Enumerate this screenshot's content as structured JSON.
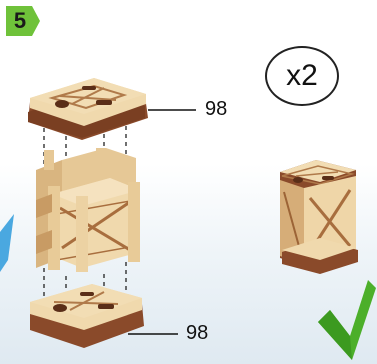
{
  "step": {
    "number": "5"
  },
  "quantity": {
    "text": "x2"
  },
  "parts": {
    "top_label": "98",
    "bottom_label": "98"
  },
  "colors": {
    "step_badge": "#6fc23a",
    "check_mark": "#4caf2a",
    "wood_light": "#f0d9ad",
    "wood_edge": "#8a4a2a",
    "blue_accent": "#4aa8e0"
  },
  "icons": {
    "check": "check-icon"
  }
}
